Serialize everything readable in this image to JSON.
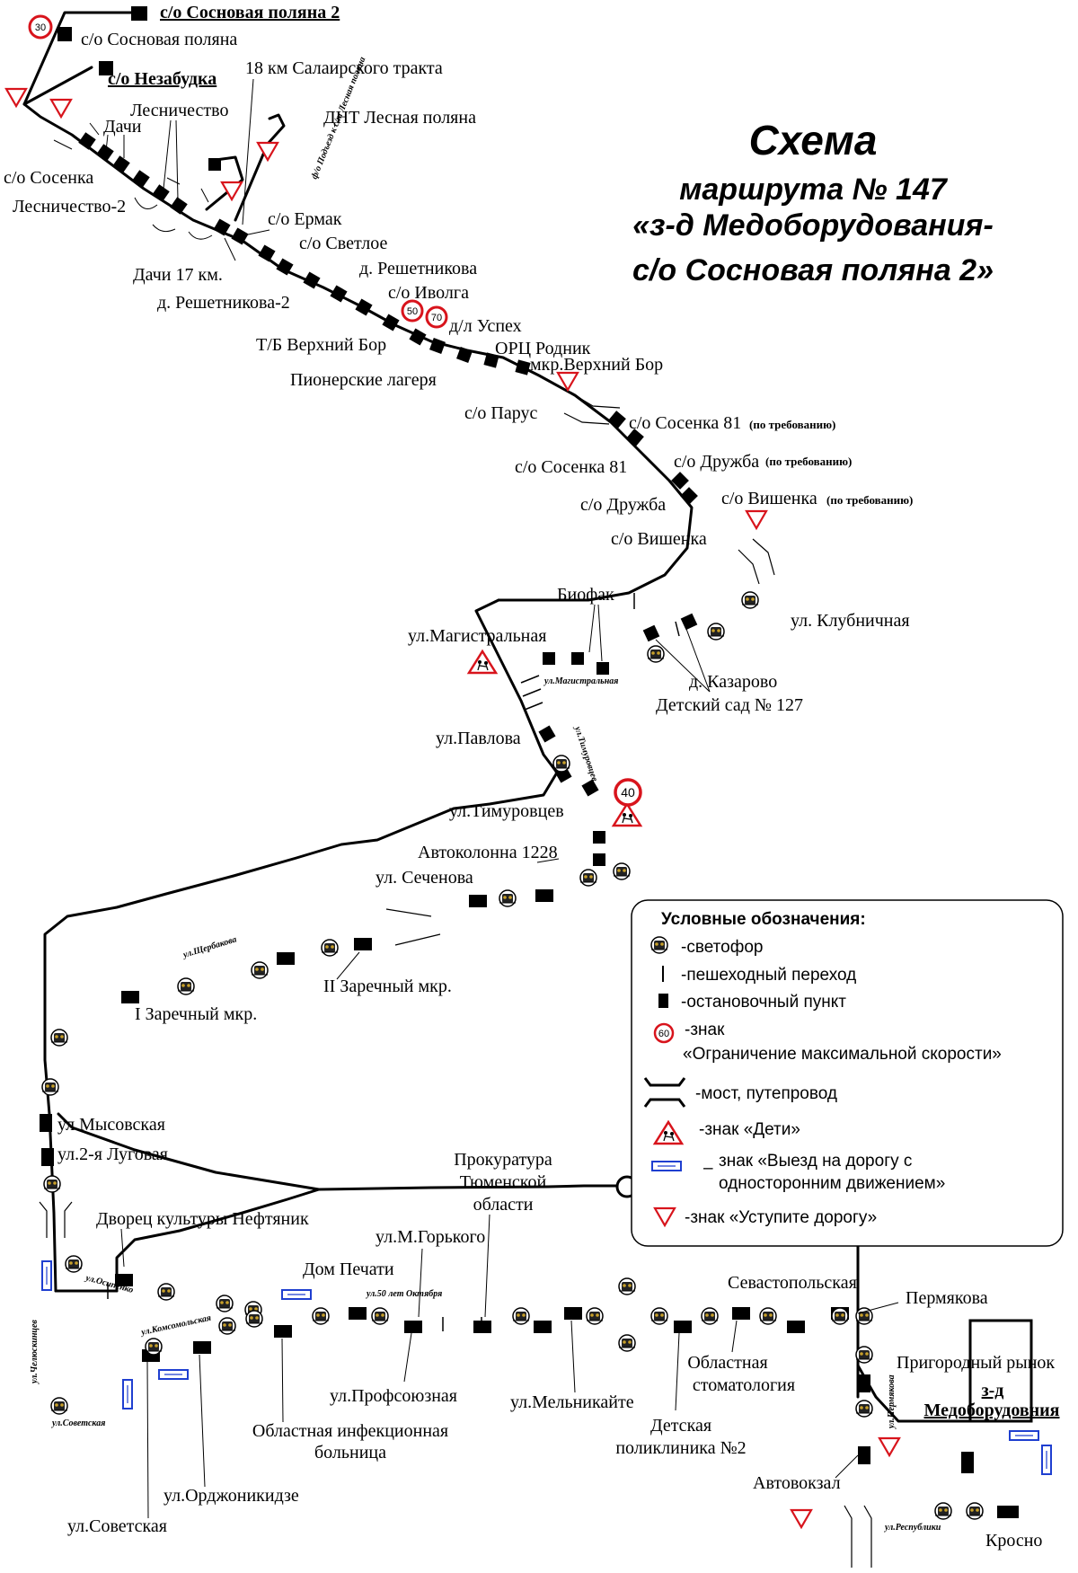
{
  "title": {
    "line1": "Схема",
    "line2": "маршрута № 147",
    "line3": "«з-д Медоборудования-",
    "line4": "с/о Сосновая поляна 2»"
  },
  "stops": {
    "sosnovaya2": "с/о Сосновая поляна 2",
    "sosnovaya": "с/о Сосновая поляна",
    "nezabudka": "с/о Незабудка",
    "salair": "18 км Салаирского тракта",
    "lesnichestvo": "Лесничество",
    "dachi": "Дачи",
    "dnt": "ДНТ Лесная поляна",
    "sosenka": "с/о Сосенка",
    "lesnichestvo2": "Лесничество-2",
    "ermak": "с/о Ермак",
    "svetloe": "с/о Светлое",
    "dachi17": "Дачи 17 км.",
    "reshetnikova": "д. Решетникова",
    "reshetnikova2": "д. Решетникова-2",
    "ivolga": "с/о Иволга",
    "uspeh": "д/л Успех",
    "verhniy_bor_tb": "Т/Б Верхний Бор",
    "rodnik": "ОРЦ Родник",
    "mkr_verhniy_bor": "мкр.Верхний Бор",
    "pionerskie": "Пионерские лагеря",
    "parus": "с/о Парус",
    "sosenka81_a": "с/о Сосенка 81",
    "sosenka81_b": "с/о Сосенка 81",
    "druzhba_a": "с/о Дружба",
    "druzhba_b": "с/о Дружба",
    "vishenka_a": "с/о Вишенка",
    "vishenka_b": "с/о Вишенка",
    "on_request": "(по требованию)",
    "klubnichnaya": "ул. Клубничная",
    "biofak": "Биофак",
    "magistralnaya": "ул.Магистральная",
    "kazarovo": "д. Казарово",
    "detsad": "Детский сад № 127",
    "pavlova": "ул.Павлова",
    "timurovtsev": "ул.Тимуровцев",
    "avtokolonna": "Автоколонна 1228",
    "sechenova": "ул. Сеченова",
    "zarechny2": "II Заречный мкр.",
    "zarechny1": "I Заречный мкр.",
    "mysovskaya": "ул.Мысовская",
    "lugovaya": "ул.2-я Луговая",
    "dvorets": "Дворец культуры Нефтяник",
    "dom_pechati": "Дом Печати",
    "gorkogo": "ул.М.Горького",
    "prokuratura1": "Прокуратура",
    "prokuratura2": "Тюменской",
    "prokuratura3": "области",
    "sevastopolskaya": "Севастопольская",
    "permyakova": "Пермякова",
    "prigorodny": "Пригородный рынок",
    "zavod1": "з-д",
    "zavod2": "Медоборудовния",
    "profsoyuznaya": "ул.Профсоюзная",
    "melnikaite": "ул.Мельникайте",
    "stomatologia1": "Областная",
    "stomatologia2": "стоматология",
    "poliklinika1": "Детская",
    "poliklinika2": "поликлиника №2",
    "infektsionnaya1": "Областная инфекционная",
    "infektsionnaya2": "больница",
    "ordzhonikidze": "ул.Орджоникидзе",
    "sovetskaya": "ул.Советская",
    "avtovokzal": "Автовокзал",
    "krosno": "Кросно"
  },
  "streets": {
    "timurovtsev": "ул.Тимуровцев",
    "magistralnaya": "ул.Магистральная",
    "scherbakova": "ул.Щербакова",
    "osipenko": "ул.Осипенко",
    "komsomolskaya": "ул.Комсомольская",
    "oktyabrya": "ул.50 лет Октября",
    "chelyuskintsev": "ул.Челюскинцев",
    "sovetskaya": "ул.Советская",
    "permyakova": "ул.Пермякова",
    "respubliki": "ул.Республики",
    "podezd": "ф/о Подъезд к с/т Лесная поляна"
  },
  "speed_signs": {
    "s30": "30",
    "s50": "50",
    "s70": "70",
    "s40": "40",
    "s60": "60"
  },
  "legend": {
    "heading": "Условные обозначения:",
    "traffic_light": "-светофор",
    "crossing": "-пешеходный переход",
    "stop": "-остановочный пункт",
    "speed_1": "-знак",
    "speed_2": "«Ограничение максимальной скорости»",
    "bridge": "-мост, путепровод",
    "children": "-знак «Дети»",
    "oneway_dash": "–",
    "oneway_1": "знак «Выезд на дорогу с",
    "oneway_2": "односторонним движением»",
    "yield": "-знак «Уступите дорогу»"
  },
  "colors": {
    "route": "#000000",
    "sign_red": "#d8141c",
    "oneway_blue": "#1f3fd0",
    "light_body": "#222222",
    "background": "#ffffff"
  }
}
